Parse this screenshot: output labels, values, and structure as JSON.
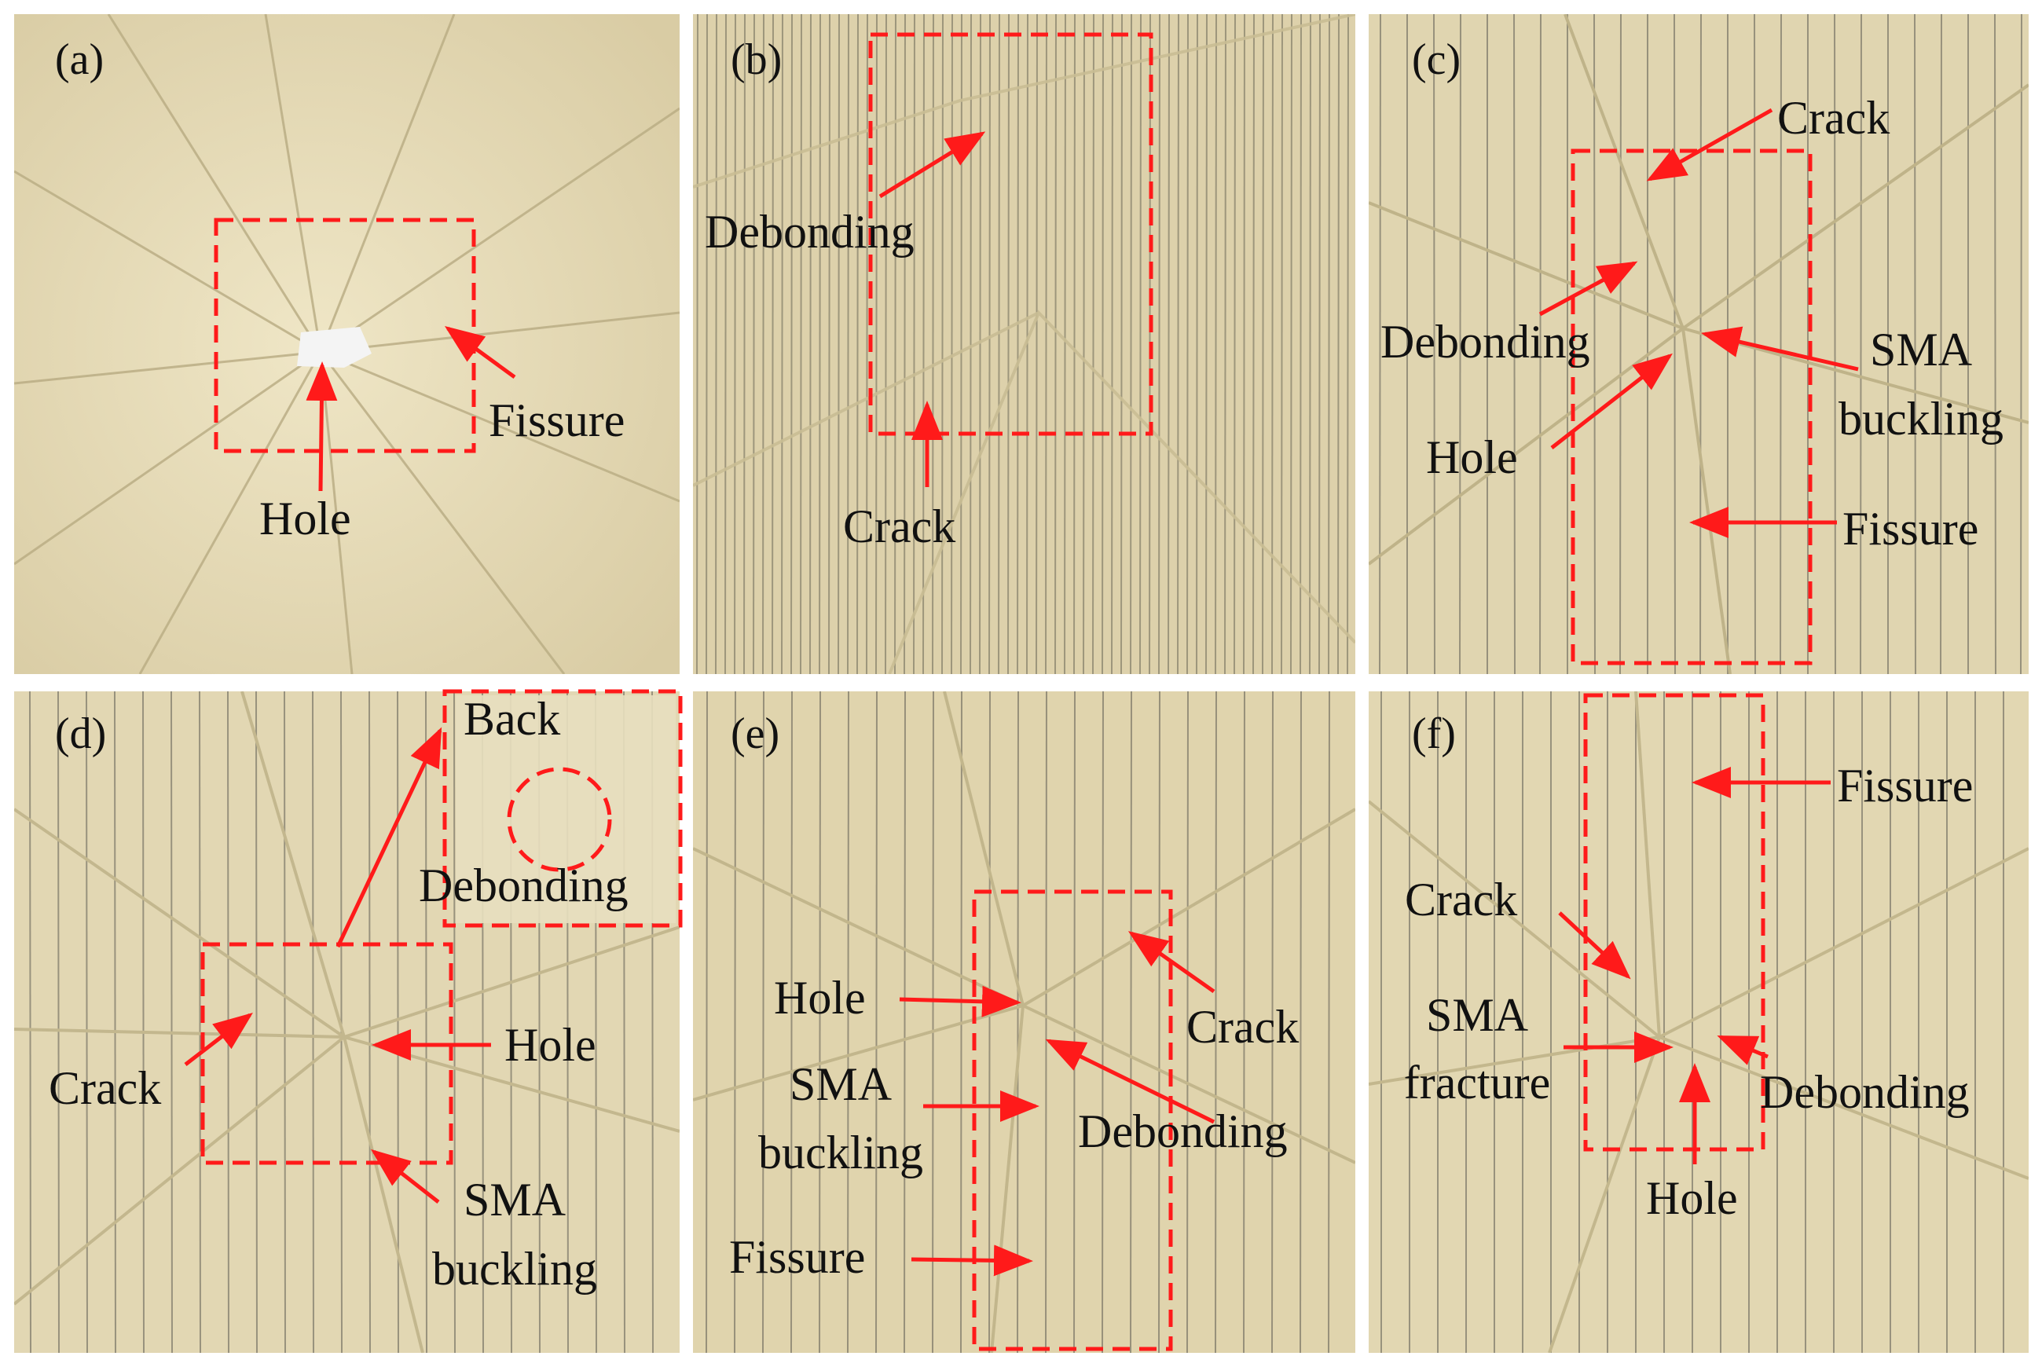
{
  "colors": {
    "annotation": "#ff1a1a",
    "specimen": "#e8dcb8",
    "fiber": "#5c5a52",
    "text": "#111111"
  },
  "panels": [
    {
      "id": "a",
      "label": "(a)",
      "annotations": [
        "Fissure",
        "Hole"
      ]
    },
    {
      "id": "b",
      "label": "(b)",
      "annotations": [
        "Debonding",
        "Crack"
      ]
    },
    {
      "id": "c",
      "label": "(c)",
      "annotations": [
        "Crack",
        "Debonding",
        "SMA",
        "buckling",
        "Hole",
        "Fissure"
      ]
    },
    {
      "id": "d",
      "label": "(d)",
      "annotations": [
        "Back",
        "Debonding",
        "Crack",
        "Hole",
        "SMA",
        "buckling"
      ]
    },
    {
      "id": "e",
      "label": "(e)",
      "annotations": [
        "Hole",
        "Crack",
        "SMA",
        "buckling",
        "Debonding",
        "Fissure"
      ]
    },
    {
      "id": "f",
      "label": "(f)",
      "annotations": [
        "Fissure",
        "Crack",
        "SMA",
        "fracture",
        "Debonding",
        "Hole"
      ]
    }
  ]
}
